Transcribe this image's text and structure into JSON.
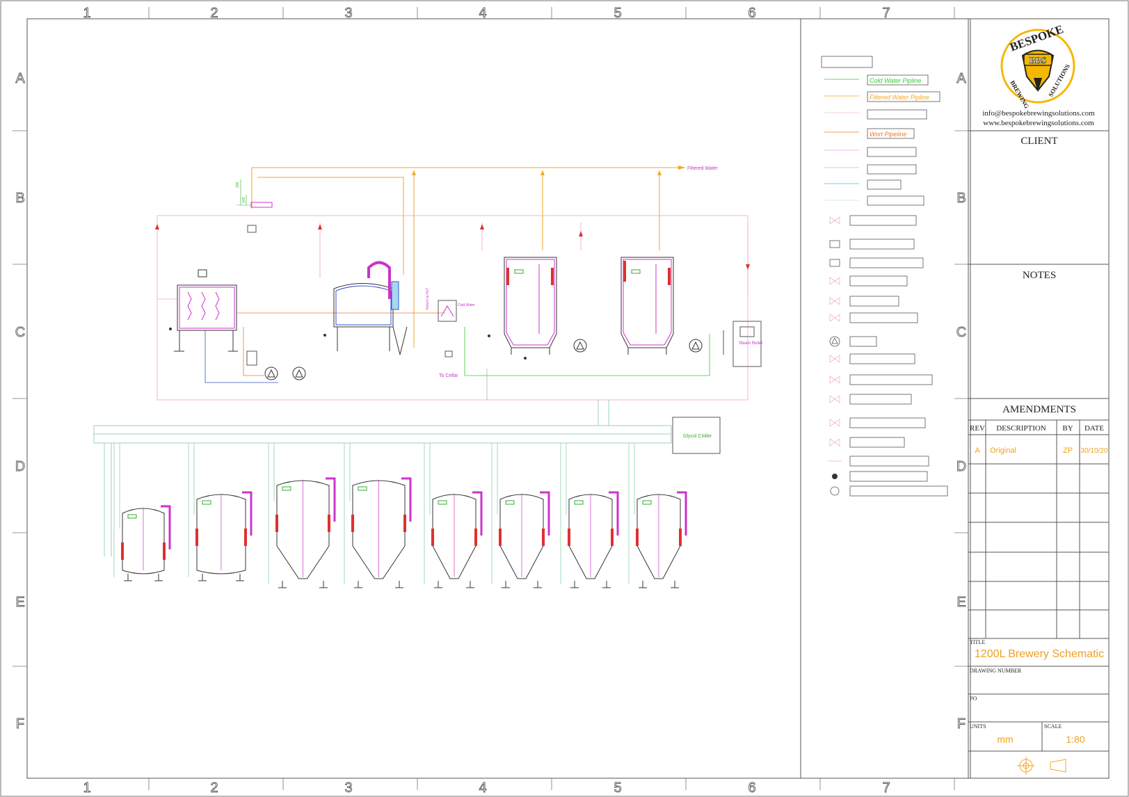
{
  "grid": {
    "columns": [
      "1",
      "2",
      "3",
      "4",
      "5",
      "6",
      "7"
    ],
    "rows": [
      "A",
      "B",
      "C",
      "D",
      "E",
      "F"
    ]
  },
  "diagram": {
    "labels": {
      "filtered_water": "Filtered  Water",
      "cold_water": "Cold Water",
      "return_to_hlt": "Return to HLT",
      "to_cellar": "To Cellar",
      "steam_boiler": "Steam Boiler",
      "glycol_chiller": "Glycol Chiller",
      "dim_200": "200",
      "dim_143": "143"
    }
  },
  "legend": {
    "items": [
      {
        "label": "Cold Water Pipline",
        "color": "#33cc33"
      },
      {
        "label": "Filtered Water Pipline",
        "color": "#f5a623"
      },
      {
        "label": "Wort Pipeline",
        "color": "#f07a2a"
      }
    ]
  },
  "title_block": {
    "logo": {
      "brand": "BESPOKE",
      "monogram": "BBS",
      "left_text": "BREWING",
      "right_text": "SOLUTIONS"
    },
    "email": "info@bespokebrewingsolutions.com",
    "website": "www.bespokebrewingsolutions.com",
    "client_header": "CLIENT",
    "notes_header": "NOTES",
    "amendments_header": "AMENDMENTS",
    "amend_columns": {
      "rev": "REV",
      "description": "DESCRIPTION",
      "by": "BY",
      "date": "DATE"
    },
    "amendments": [
      {
        "rev": "A",
        "description": "Original",
        "by": "ZP",
        "date": "30/10/20"
      }
    ],
    "title_label": "TITLE",
    "title_value": "1200L Brewery Schematic",
    "drawing_number_label": "DRAWING NUMBER",
    "po_label": "PO",
    "units_label": "UNITS",
    "units_value": "mm",
    "scale_label": "SCALE",
    "scale_value": "1:80"
  },
  "colors": {
    "accent": "#f5a623",
    "title_orange": "#f0a020",
    "magenta": "#cc33cc",
    "green": "#33aa33",
    "blue": "#3355cc",
    "pink": "#f0a0d0",
    "cyan": "#44bbdd",
    "red": "#e03030",
    "orange_pipe": "#f07a2a"
  }
}
